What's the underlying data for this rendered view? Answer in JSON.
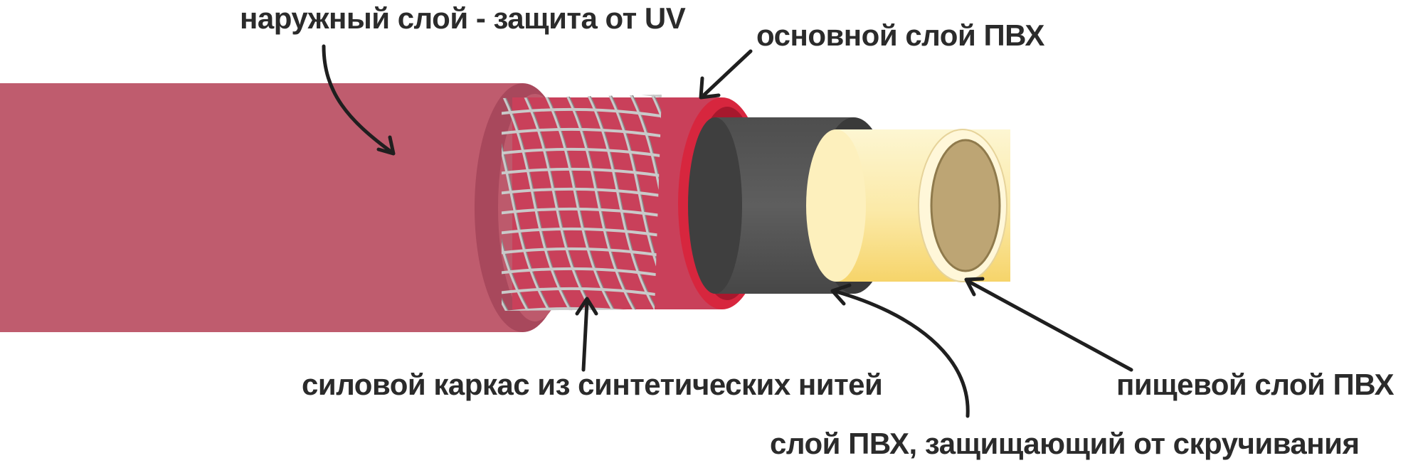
{
  "labels": {
    "outer_layer": "наружный слой -  защита от UV",
    "main_layer": "основной слой ПВХ",
    "frame": "силовой каркас из синтетических нитей",
    "anti_twist_layer": "слой ПВХ, защищающий от скручивания",
    "food_layer": "пищевой слой ПВХ"
  },
  "colors": {
    "outer_jacket": "#bf5c6e",
    "main_layer": "#c9405a",
    "red_rim": "#d7263e",
    "anti_twist_layer": "#555555",
    "food_layer": "#fbe9a6",
    "bore": "#bda574",
    "arrows": "#1f1f1f",
    "text": "#2b2b2b"
  }
}
